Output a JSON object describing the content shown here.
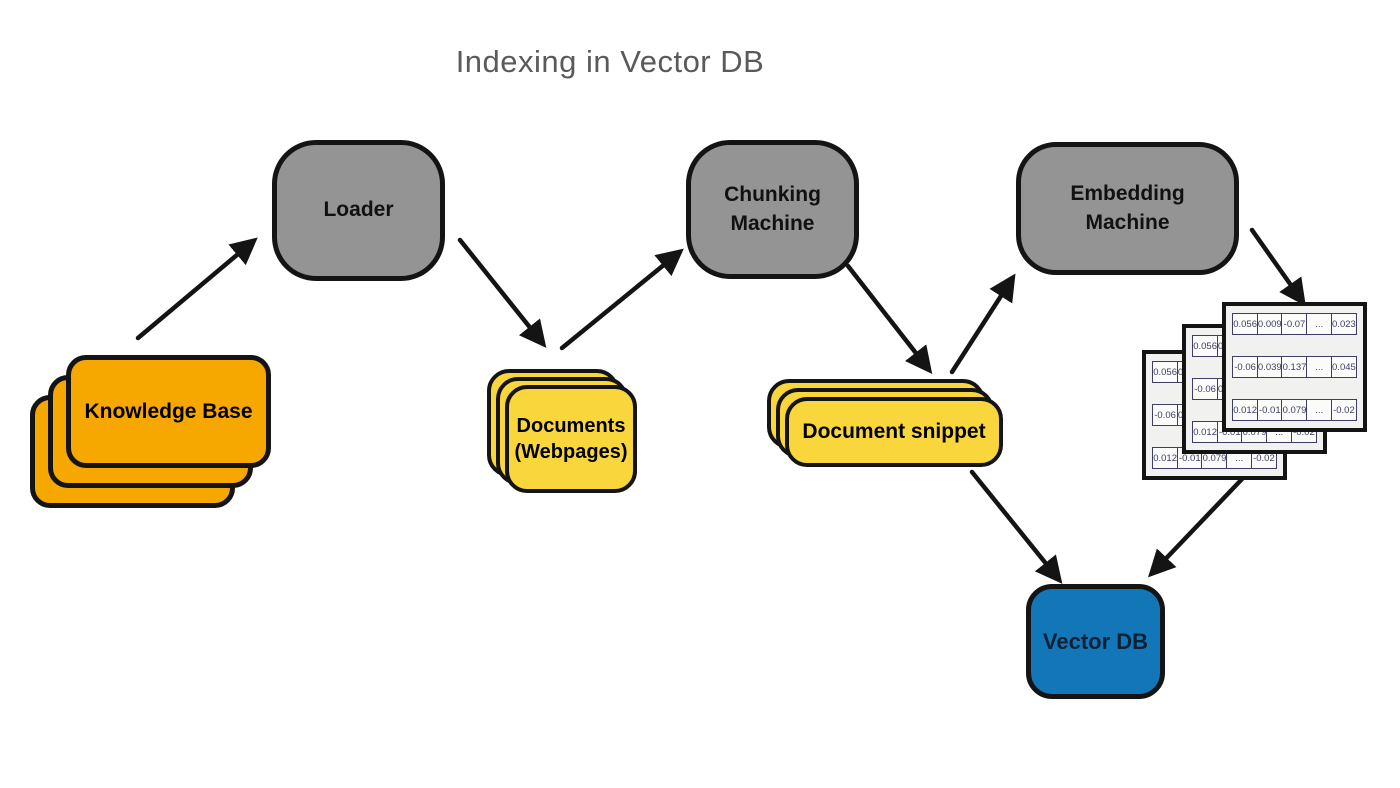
{
  "title": "Indexing in Vector DB",
  "colors": {
    "orange": "#F7A800",
    "yellow": "#F9D73C",
    "gray": "#949494",
    "blue": "#1377B7",
    "outline": "#141414",
    "matrix_ink": "#3D3D66",
    "title_ink": "#5A5A5A"
  },
  "nodes": {
    "knowledge_base": {
      "label": "Knowledge Base"
    },
    "loader": {
      "label": "Loader"
    },
    "documents": {
      "line1": "Documents",
      "line2": "(Webpages)"
    },
    "chunking_machine": {
      "line1": "Chunking",
      "line2": "Machine"
    },
    "document_snippet": {
      "label": "Document snippet"
    },
    "embedding_machine": {
      "line1": "Embedding",
      "line2": "Machine"
    },
    "vector_db": {
      "label": "Vector DB"
    }
  },
  "embedding_matrix": {
    "rows": [
      [
        "0.056",
        "0.009",
        "-0.07",
        "...",
        "0.023"
      ],
      [
        "-0.06",
        "0.039",
        "0.137",
        "...",
        "0.045"
      ],
      [
        "0.012",
        "-0.01",
        "0.079",
        "...",
        "-0.02"
      ]
    ]
  },
  "arrows": [
    {
      "name": "knowledge-base-to-loader"
    },
    {
      "name": "loader-to-documents"
    },
    {
      "name": "documents-to-chunking-machine"
    },
    {
      "name": "chunking-machine-to-document-snippet"
    },
    {
      "name": "document-snippet-to-embedding-machine"
    },
    {
      "name": "embedding-machine-to-embeddings"
    },
    {
      "name": "document-snippet-to-vector-db"
    },
    {
      "name": "embeddings-to-vector-db"
    }
  ]
}
